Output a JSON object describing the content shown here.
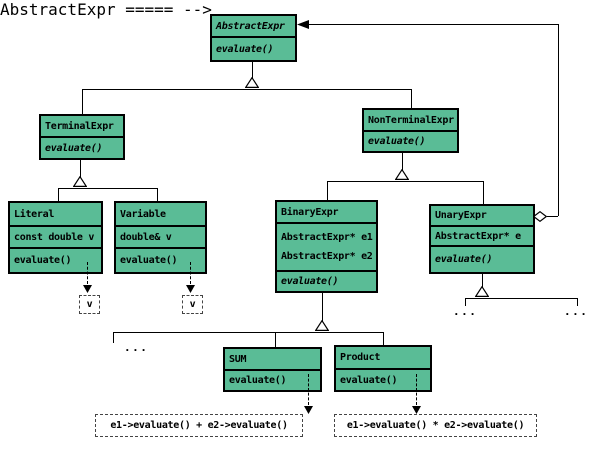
{
  "colors": {
    "class_fill": "#5abc96",
    "line": "#000000",
    "background": "#ffffff"
  },
  "classes": {
    "abstract_expr": {
      "name": "AbstractExpr",
      "operations": [
        "evaluate()"
      ]
    },
    "terminal_expr": {
      "name": "TerminalExpr",
      "operations": [
        "evaluate()"
      ]
    },
    "non_terminal_expr": {
      "name": "NonTerminalExpr",
      "operations": [
        "evaluate()"
      ]
    },
    "literal": {
      "name": "Literal",
      "attributes": [
        "const double v"
      ],
      "operations": [
        "evaluate()"
      ]
    },
    "variable": {
      "name": "Variable",
      "attributes": [
        "double& v"
      ],
      "operations": [
        "evaluate()"
      ]
    },
    "binary_expr": {
      "name": "BinaryExpr",
      "attributes": [
        "AbstractExpr* e1",
        "AbstractExpr* e2"
      ],
      "operations": [
        "evaluate()"
      ]
    },
    "unary_expr": {
      "name": "UnaryExpr",
      "attributes": [
        "AbstractExpr* e"
      ],
      "operations": [
        "evaluate()"
      ]
    },
    "sum": {
      "name": "SUM",
      "operations": [
        "evaluate()"
      ]
    },
    "product": {
      "name": "Product",
      "operations": [
        "evaluate()"
      ]
    }
  },
  "annotations": {
    "literal_value": "v",
    "variable_value": "v",
    "sum_note": "e1->evaluate() + e2->evaluate()",
    "product_note": "e1->evaluate() * e2->evaluate()",
    "ellipsis": "..."
  }
}
